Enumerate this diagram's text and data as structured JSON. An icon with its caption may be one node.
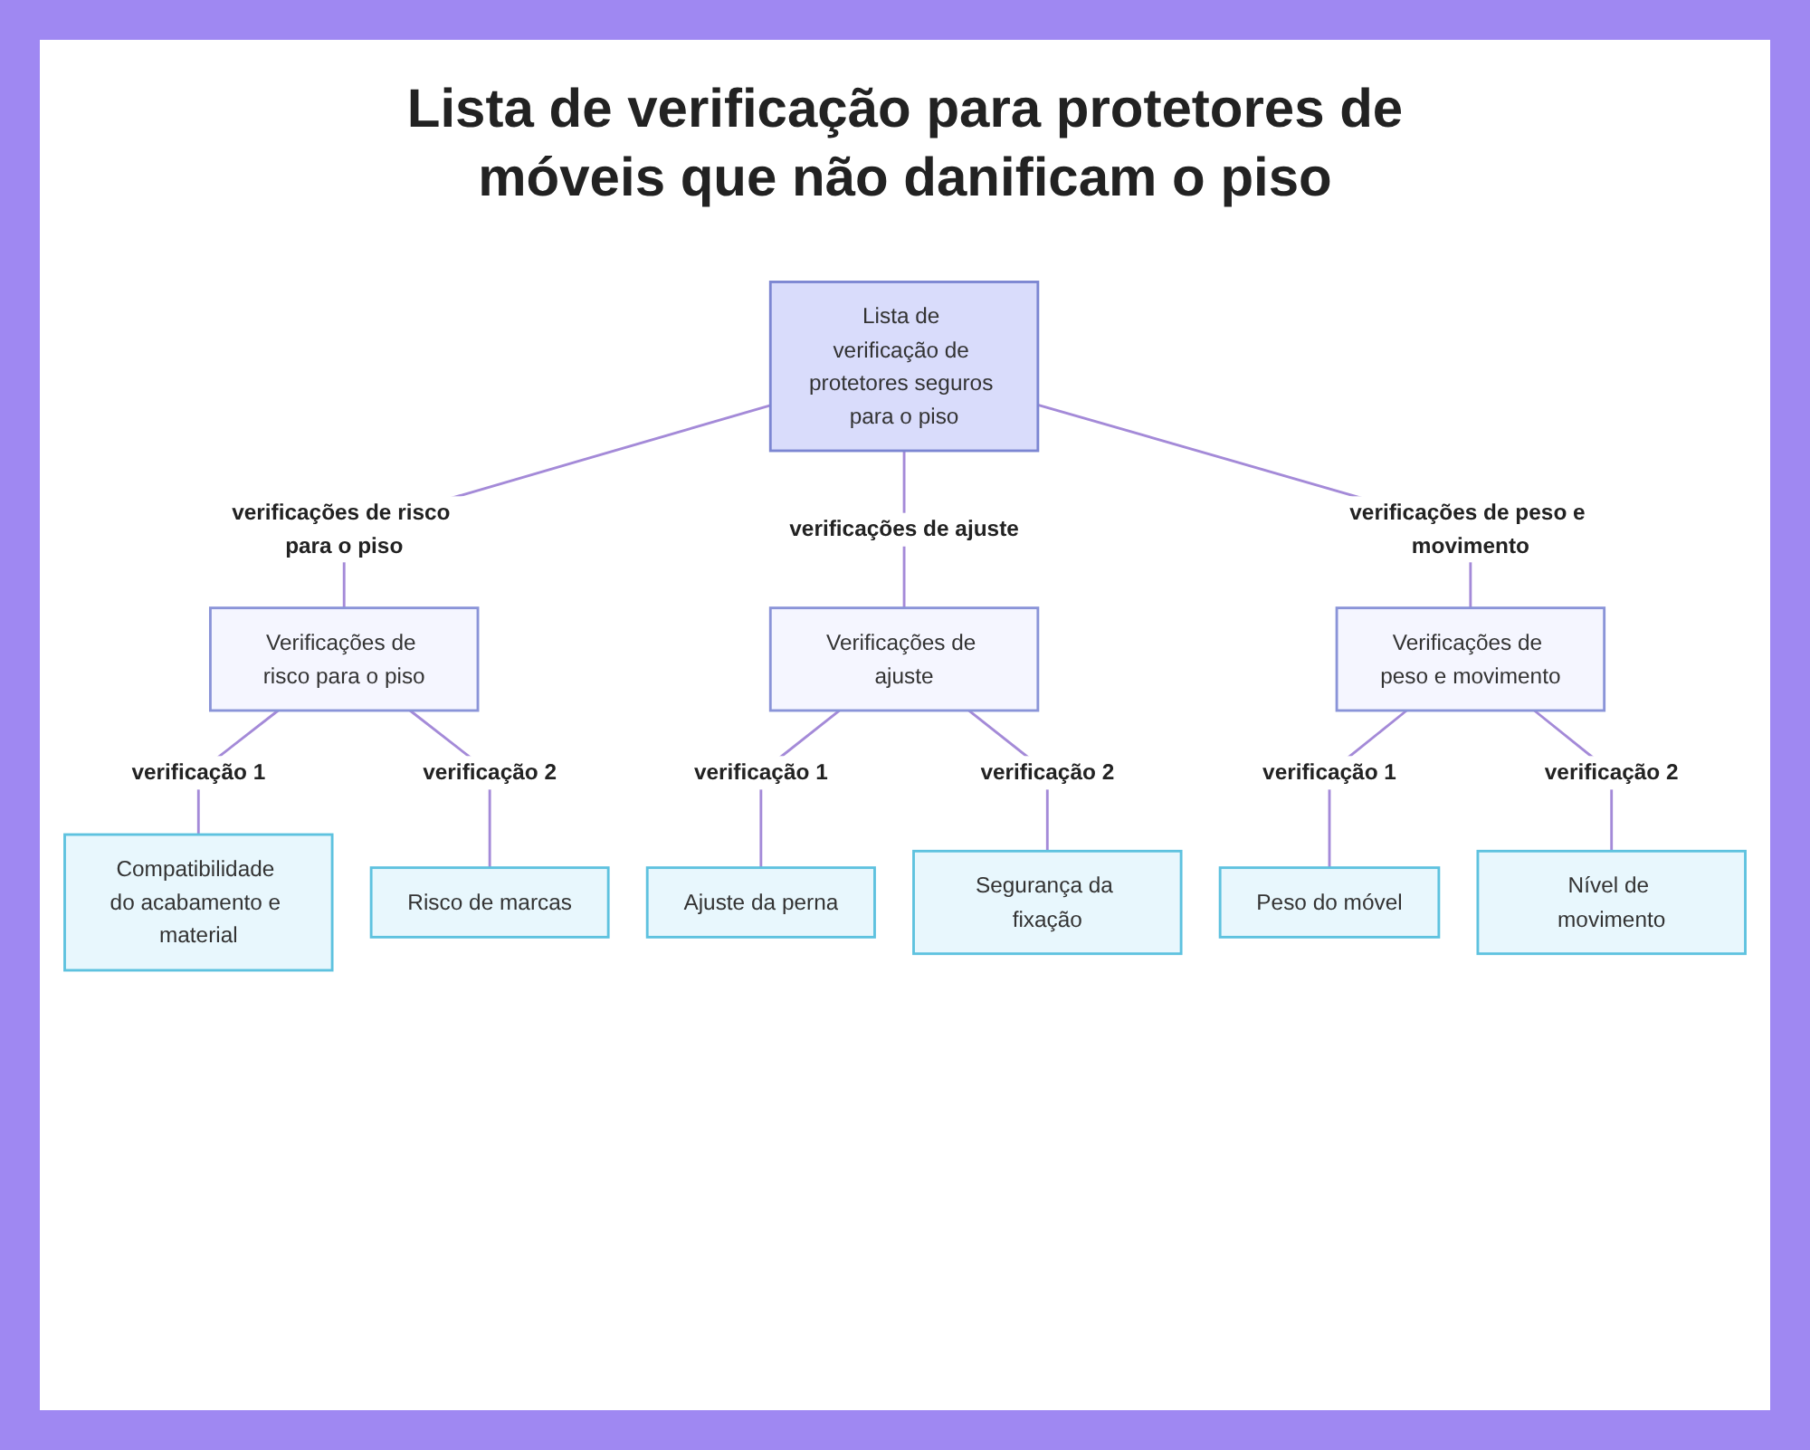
{
  "diagram": {
    "title": "Lista de verificação para protetores de móveis que não danificam o piso",
    "nodes": [
      {
        "text": [
          "Lista de verificação de protetores seguros para o piso"
        ]
      },
      {
        "text": [
          "Verificações de risco para o piso"
        ]
      },
      {
        "text": [
          "Verificações de ajuste"
        ]
      },
      {
        "text": [
          "Verificações de peso e movimento"
        ]
      },
      {
        "text": [
          "Compatibilidade do acabamento e material"
        ]
      },
      {
        "text": [
          "Risco de marcas"
        ]
      },
      {
        "text": [
          "Ajuste da perna"
        ]
      },
      {
        "text": [
          "Segurança da fixação"
        ]
      },
      {
        "text": [
          "Peso do móvel"
        ]
      },
      {
        "text": [
          "Nível de movimento"
        ]
      }
    ],
    "edges": [
      {
        "from": 0,
        "to": 1,
        "arrow": "none",
        "label": "verificações de risco para o piso"
      },
      {
        "from": 0,
        "to": 2,
        "arrow": "none",
        "label": "verificações de ajuste"
      },
      {
        "from": 0,
        "to": 3,
        "arrow": "none",
        "label": "verificações de peso e movimento"
      },
      {
        "from": 1,
        "to": 4,
        "arrow": "none",
        "label": "verificação 1"
      },
      {
        "from": 1,
        "to": 5,
        "arrow": "none",
        "label": "verificação 2"
      },
      {
        "from": 2,
        "to": 6,
        "arrow": "none",
        "label": "verificação 1"
      },
      {
        "from": 2,
        "to": 7,
        "arrow": "none",
        "label": "verificação 2"
      },
      {
        "from": 3,
        "to": 8,
        "arrow": "none",
        "label": "verificação 1"
      },
      {
        "from": 3,
        "to": 9,
        "arrow": "none",
        "label": "verificação 2"
      }
    ]
  }
}
